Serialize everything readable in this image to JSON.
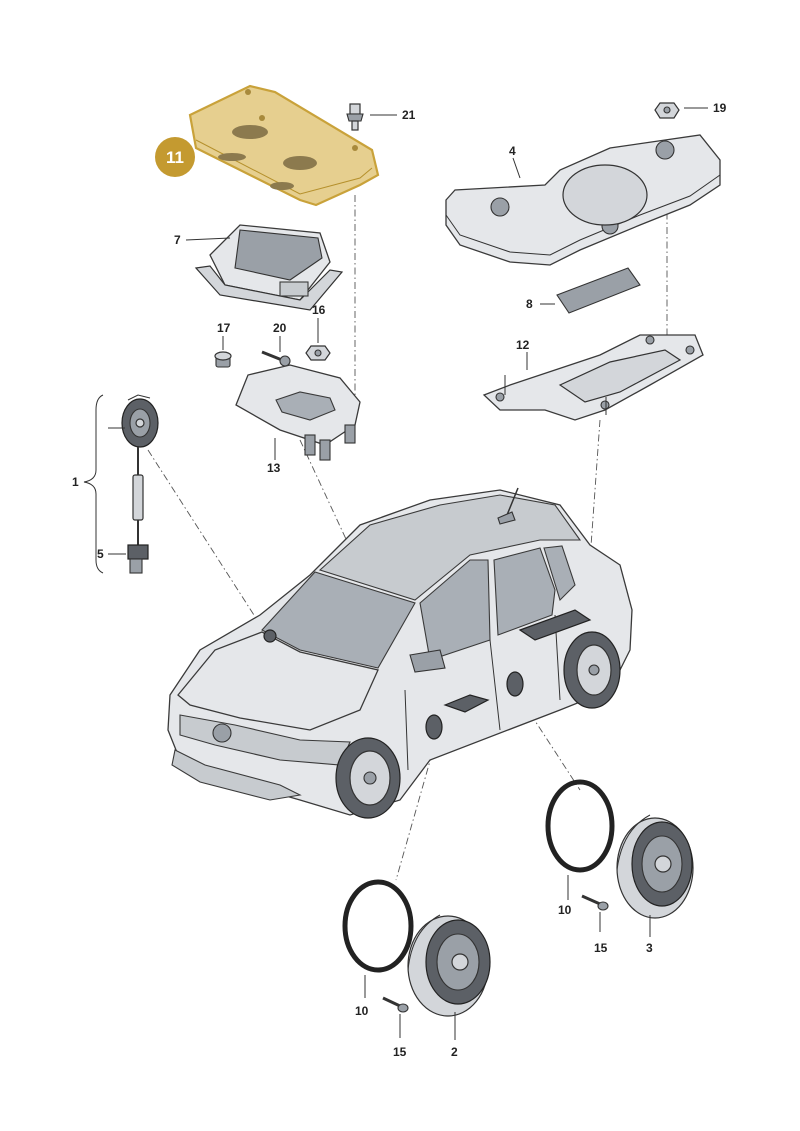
{
  "diagram": {
    "highlight_color": "#c9a23a",
    "highlight_fill": "#e6cf8f",
    "badge": {
      "text": "11",
      "color": "#c49a30",
      "text_color": "#ffffff"
    },
    "labels": {
      "l1": "1",
      "l2": "2",
      "l3": "3",
      "l4": "4",
      "l5": "5",
      "l7": "7",
      "l8": "8",
      "l10a": "10",
      "l10b": "10",
      "l12": "12",
      "l13": "13",
      "l15a": "15",
      "l15b": "15",
      "l16": "16",
      "l17": "17",
      "l19": "19",
      "l20": "20",
      "l21": "21"
    }
  }
}
